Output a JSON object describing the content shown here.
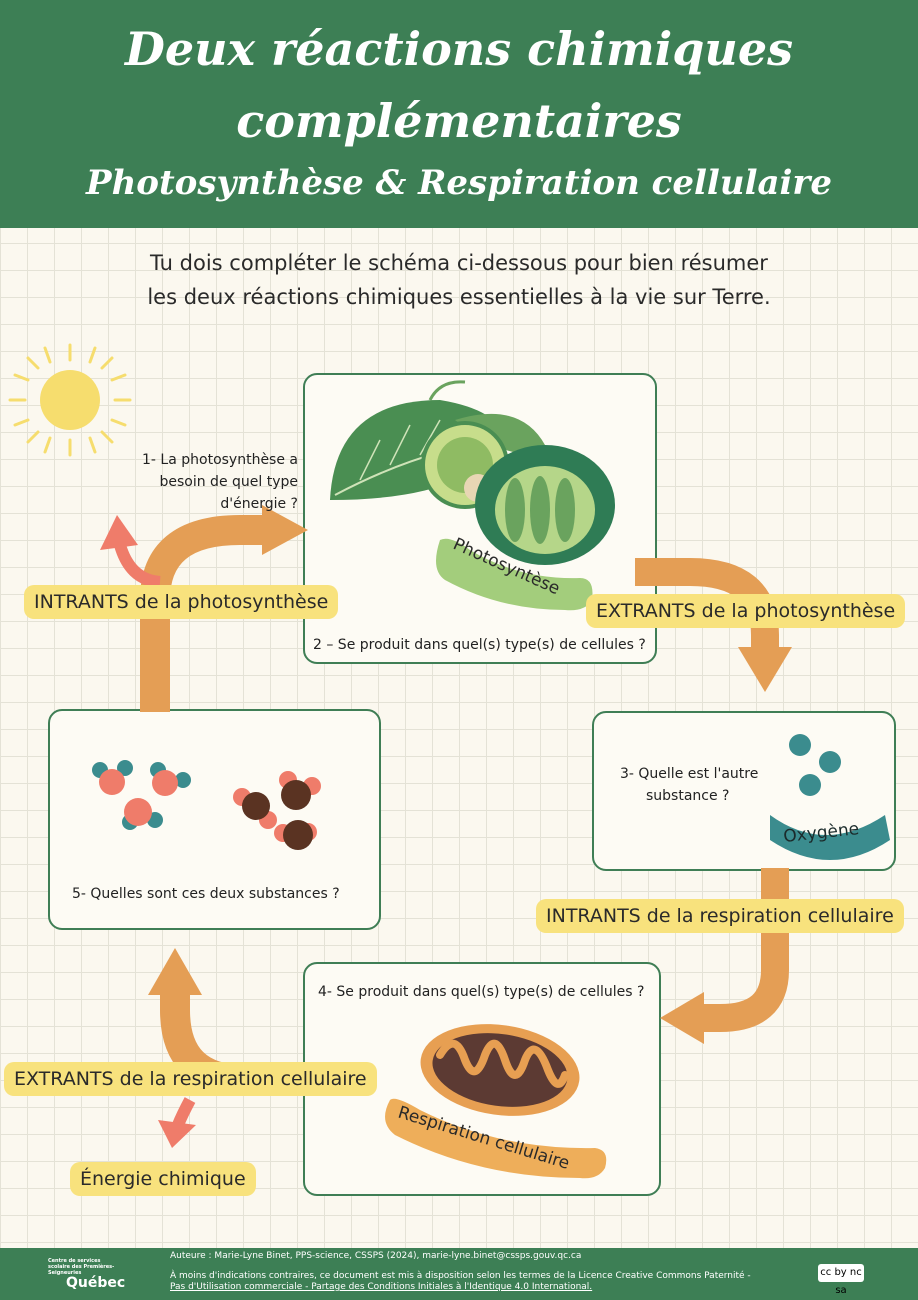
{
  "header": {
    "title_line1": "Deux réactions chimiques",
    "title_line2": "complémentaires",
    "subtitle": "Photosynthèse & Respiration cellulaire"
  },
  "intro": {
    "line1": "Tu dois compléter le schéma ci-dessous pour bien résumer",
    "line2": "les deux réactions chimiques essentielles à la vie sur Terre."
  },
  "questions": {
    "q1_line1": "1- La photosynthèse a",
    "q1_line2": "besoin de quel type",
    "q1_line3": "d'énergie ?",
    "q2": "2 – Se produit dans quel(s) type(s) de cellules ?",
    "q3_line1": "3- Quelle est l'autre",
    "q3_line2": "substance ?",
    "q4": "4- Se produit dans quel(s) type(s) de cellules ?",
    "q5": "5- Quelles sont ces deux  substances ?"
  },
  "labels": {
    "intrants_photo": "INTRANTS de la photosynthèse",
    "extrants_photo": "EXTRANTS de la photosynthèse",
    "intrants_resp": "INTRANTS de la respiration cellulaire",
    "extrants_resp": "EXTRANTS de la respiration cellulaire",
    "energie": "Énergie chimique"
  },
  "badges": {
    "photosynthese": "Photosyntèse",
    "oxygene": "Oxygène",
    "respiration": "Respiration cellulaire"
  },
  "footer": {
    "author": "Auteure : Marie-Lyne Binet, PPS-science, CSSPS (2024), marie-lyne.binet@cssps.gouv.qc.ca",
    "license_line1": "À moins d'indications contraires, ce document est mis à disposition selon les termes de la Licence Creative Commons Paternité -",
    "license_line2": "Pas d'Utilisation commerciale - Partage des Conditions Initiales à l'Identique 4.0 International.",
    "org": "Centre de services scolaire des Premières-Seigneuries",
    "quebec": "Québec",
    "cc": "cc by nc sa"
  },
  "colors": {
    "green": "#3d7f55",
    "orange_arrow": "#e49e55",
    "salmon_arrow": "#ef7c6a",
    "label_yellow": "#f8e27d",
    "teal": "#3b8c8e",
    "photo_badge": "#a3cd7c",
    "resp_badge": "#eeae5a"
  }
}
